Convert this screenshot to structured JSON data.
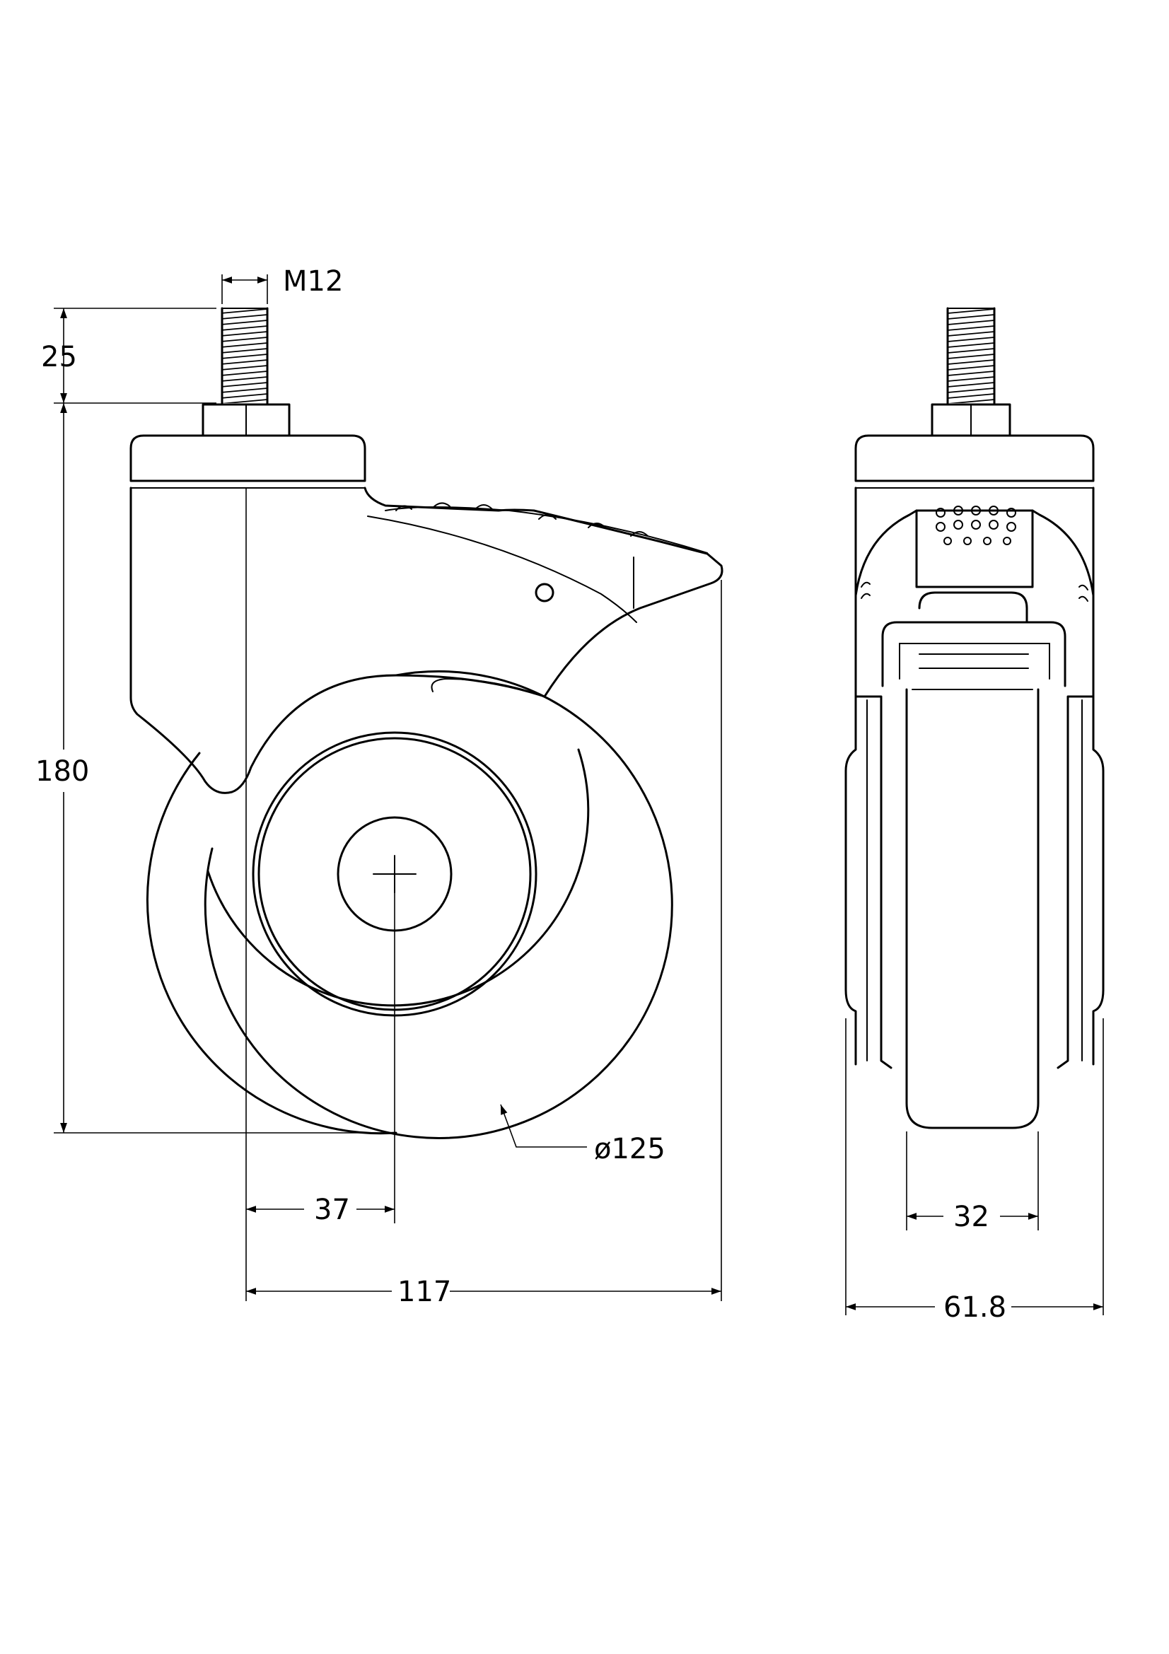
{
  "dimensions": {
    "thread": "M12",
    "stem_length": "25",
    "overall_height": "180",
    "offset": "37",
    "side_depth": "117",
    "wheel_diameter": "ø125",
    "wheel_width": "32",
    "overall_width": "61.8"
  }
}
